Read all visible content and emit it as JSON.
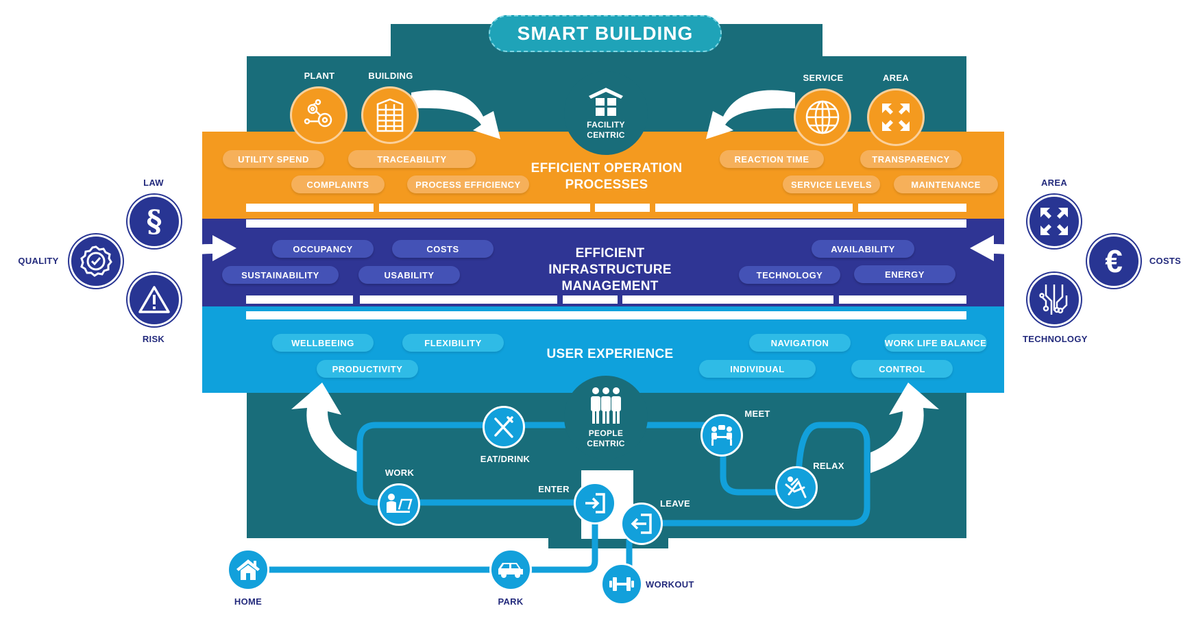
{
  "title": "SMART BUILDING",
  "bands": {
    "operations": {
      "title_line1": "EFFICIENT OPERATION",
      "title_line2": "PROCESSES",
      "pills": [
        "UTILITY SPEND",
        "TRACEABILITY",
        "COMPLAINTS",
        "PROCESS EFFICIENCY",
        "REACTION TIME",
        "TRANSPARENCY",
        "SERVICE LEVELS",
        "MAINTENANCE"
      ]
    },
    "infrastructure": {
      "title_line1": "EFFICIENT",
      "title_line2": "INFRASTRUCTURE MANAGEMENT",
      "pills": [
        "OCCUPANCY",
        "COSTS",
        "SUSTAINABILITY",
        "USABILITY",
        "AVAILABILITY",
        "TECHNOLOGY",
        "ENERGY"
      ]
    },
    "user_experience": {
      "title": "USER EXPERIENCE",
      "pills": [
        "WELLBEEING",
        "FLEXIBILITY",
        "PRODUCTIVITY",
        "NAVIGATION",
        "WORK LIFE BALANCE",
        "INDIVIDUAL",
        "CONTROL"
      ]
    }
  },
  "top_icons": {
    "plant": "PLANT",
    "building": "BUILDING",
    "service": "SERVICE",
    "area": "AREA",
    "facility_line1": "FACILITY",
    "facility_line2": "CENTRIC"
  },
  "side_left": {
    "law": "LAW",
    "quality": "QUALITY",
    "risk": "RISK"
  },
  "side_right": {
    "area": "AREA",
    "costs": "COSTS",
    "technology": "TECHNOLOGY"
  },
  "journey": {
    "people_line1": "PEOPLE",
    "people_line2": "CENTRIC",
    "eat_drink": "EAT/DRINK",
    "meet": "MEET",
    "work": "WORK",
    "enter": "ENTER",
    "relax": "RELAX",
    "leave": "LEAVE",
    "home": "HOME",
    "park": "PARK",
    "workout": "WORKOUT"
  },
  "colors": {
    "teal": "#196d7a",
    "orange": "#f49a1f",
    "purple": "#2f3594",
    "blue": "#0fa1dc",
    "navy": "#283593",
    "path": "#12a0db"
  },
  "icon_names": [
    "plant-icon",
    "building-icon",
    "facility-icon",
    "service-globe-icon",
    "area-expand-icon",
    "law-paragraph-icon",
    "quality-badge-icon",
    "risk-warning-icon",
    "area-expand-icon",
    "costs-euro-icon",
    "technology-circuit-icon",
    "people-icon",
    "eat-drink-icon",
    "meet-icon",
    "work-laptop-icon",
    "enter-icon",
    "relax-icon",
    "leave-icon",
    "home-icon",
    "park-car-icon",
    "workout-dumbbell-icon"
  ]
}
